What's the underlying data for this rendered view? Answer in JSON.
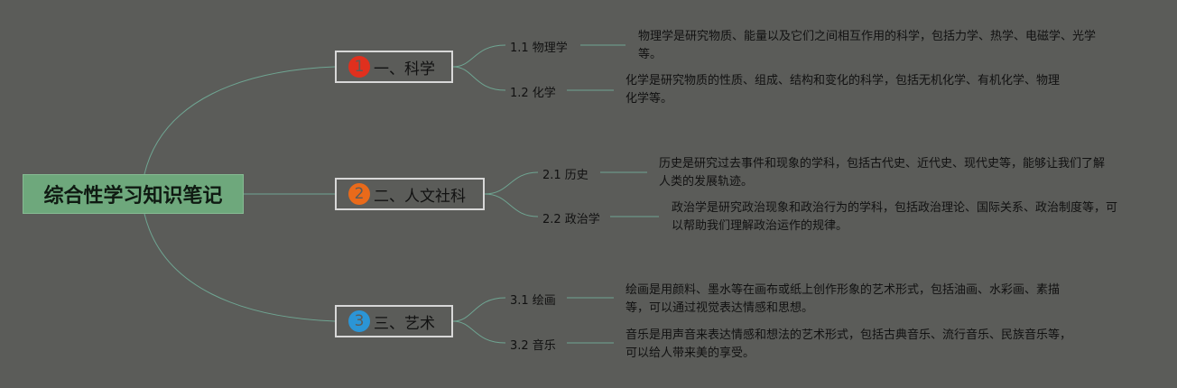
{
  "root": {
    "title": "综合性学习知识笔记"
  },
  "branches": [
    {
      "num": "1",
      "label": "一、科学",
      "color": "#e0301e",
      "subs": [
        {
          "label": "1.1 物理学",
          "desc": "物理学是研究物质、能量以及它们之间相互作用的科学，包括力学、热学、电磁学、光学等。"
        },
        {
          "label": "1.2 化学",
          "desc": "化学是研究物质的性质、组成、结构和变化的科学，包括无机化学、有机化学、物理化学等。"
        }
      ]
    },
    {
      "num": "2",
      "label": "二、人文社科",
      "color": "#e96a1a",
      "subs": [
        {
          "label": "2.1 历史",
          "desc": "历史是研究过去事件和现象的学科，包括古代史、近代史、现代史等，能够让我们了解人类的发展轨迹。"
        },
        {
          "label": "2.2 政治学",
          "desc": "政治学是研究政治现象和政治行为的学科，包括政治理论、国际关系、政治制度等，可以帮助我们理解政治运作的规律。"
        }
      ]
    },
    {
      "num": "3",
      "label": "三、艺术",
      "color": "#2b95d6",
      "subs": [
        {
          "label": "3.1 绘画",
          "desc": "绘画是用颜料、墨水等在画布或纸上创作形象的艺术形式，包括油画、水彩画、素描等，可以通过视觉表达情感和思想。"
        },
        {
          "label": "3.2 音乐",
          "desc": "音乐是用声音来表达情感和想法的艺术形式，包括古典音乐、流行音乐、民族音乐等，可以给人带来美的享受。"
        }
      ]
    }
  ]
}
